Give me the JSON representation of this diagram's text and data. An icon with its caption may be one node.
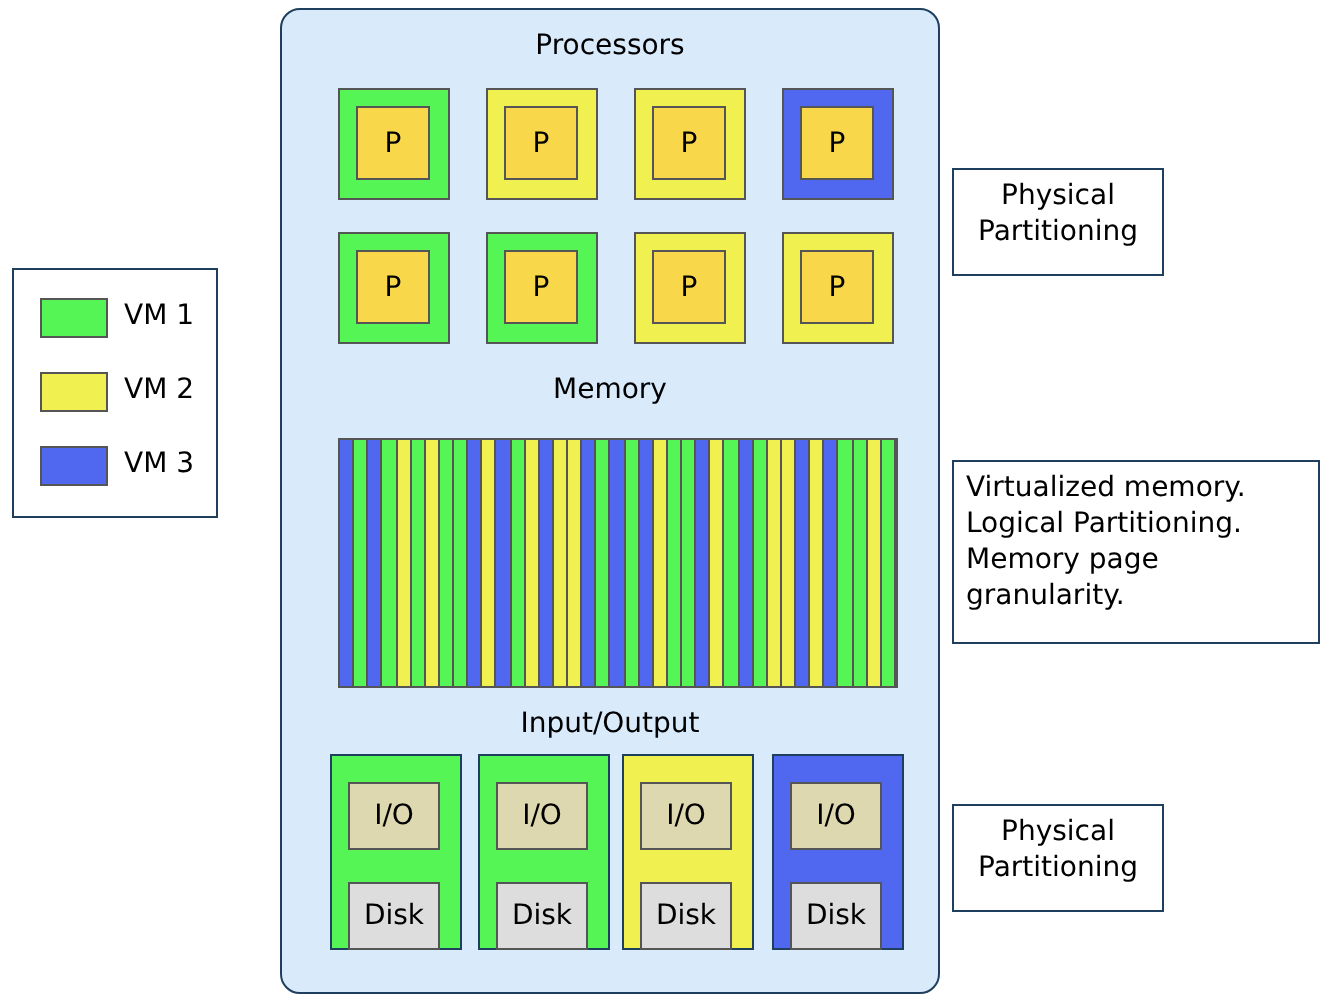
{
  "diagram": {
    "nodes": [
      {
        "text": [
          "Processors",
          "Memory",
          "Input/Output"
        ]
      },
      {
        "text": [
          "P"
        ],
        "in": 0
      },
      {
        "text": [
          "P"
        ],
        "in": 0
      },
      {
        "text": [
          "P"
        ],
        "in": 0
      },
      {
        "text": [
          "P"
        ],
        "in": 0
      },
      {
        "text": [
          "P"
        ],
        "in": 0
      },
      {
        "text": [
          "P"
        ],
        "in": 0
      },
      {
        "text": [
          "P"
        ],
        "in": 0
      },
      {
        "text": [
          "P"
        ],
        "in": 0
      },
      {
        "text": [
          "I/O"
        ],
        "in": 0
      },
      {
        "text": [
          "Disk"
        ],
        "in": 0
      },
      {
        "text": [
          "I/O"
        ],
        "in": 0
      },
      {
        "text": [
          "Disk"
        ],
        "in": 0
      },
      {
        "text": [
          "I/O"
        ],
        "in": 0
      },
      {
        "text": [
          "Disk"
        ],
        "in": 0
      },
      {
        "text": [
          "I/O"
        ],
        "in": 0
      },
      {
        "text": [
          "Disk"
        ],
        "in": 0
      },
      {
        "text": [
          "Physical Partitioning"
        ]
      },
      {
        "text": [
          "Virtualized memory. Logical Partitioning. Memory page granularity."
        ]
      },
      {
        "text": [
          "Physical Partitioning"
        ]
      }
    ],
    "edges": [],
    "legend": [
      {
        "text": "VM 1",
        "color": "#55f555"
      },
      {
        "text": "VM 2",
        "color": "#f0f050"
      },
      {
        "text": "VM 3",
        "color": "#5068f0"
      }
    ]
  }
}
